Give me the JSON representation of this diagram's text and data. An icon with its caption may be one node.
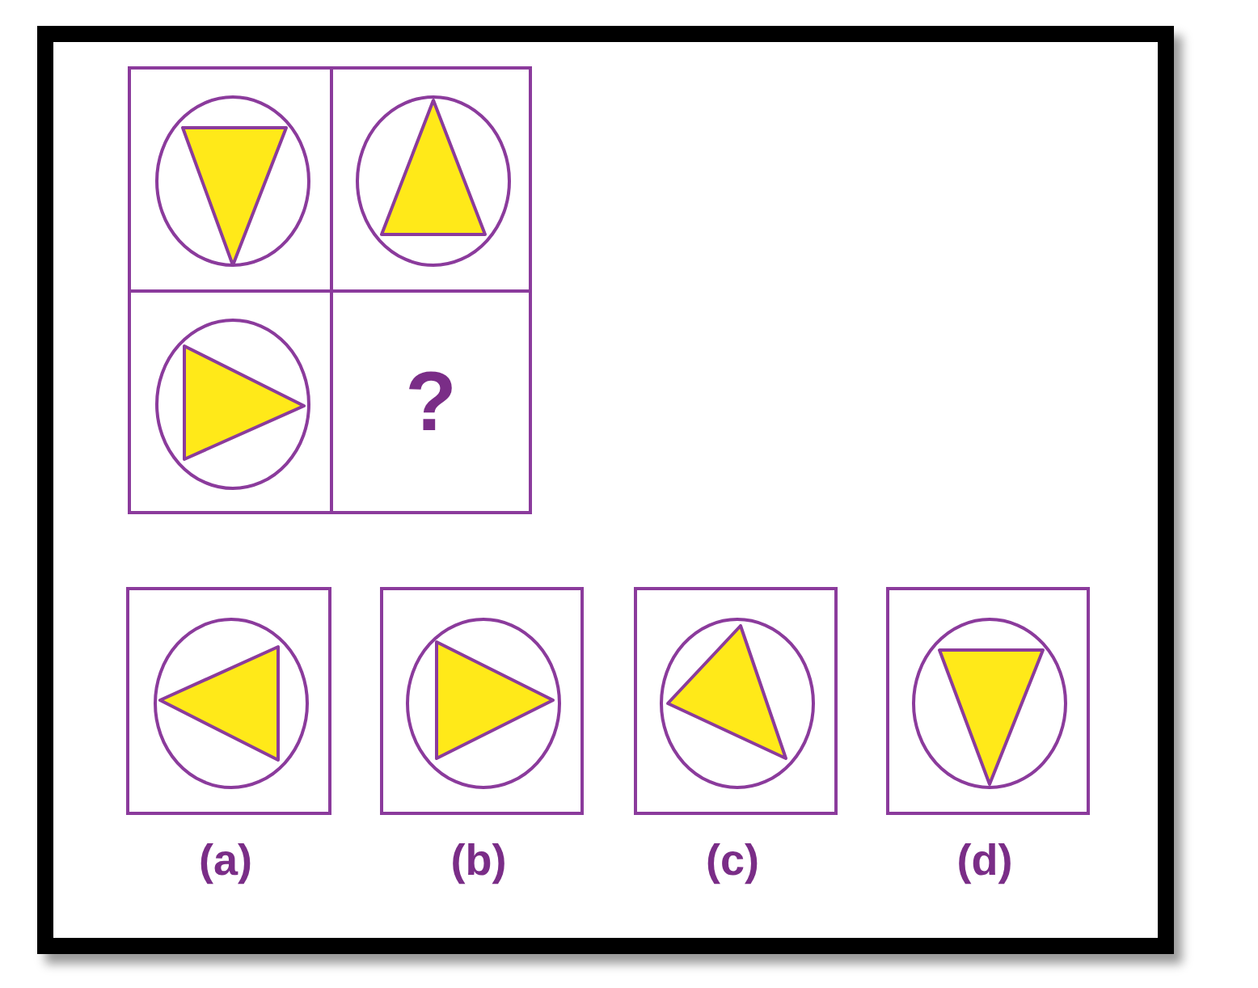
{
  "diagram": {
    "nodes": [
      {
        "text": [],
        "shape": "box"
      },
      {
        "text": [],
        "shape": "box"
      },
      {
        "text": [],
        "shape": "box"
      },
      {
        "text": [
          "?"
        ]
      },
      {
        "text": [],
        "shape": "box",
        "beside": [
          "(a)"
        ]
      },
      {
        "text": [],
        "shape": "box",
        "beside": [
          "(b)"
        ]
      },
      {
        "text": [],
        "shape": "box",
        "beside": [
          "(c)"
        ]
      },
      {
        "text": [],
        "shape": "box",
        "beside": [
          "(d)"
        ]
      }
    ]
  }
}
